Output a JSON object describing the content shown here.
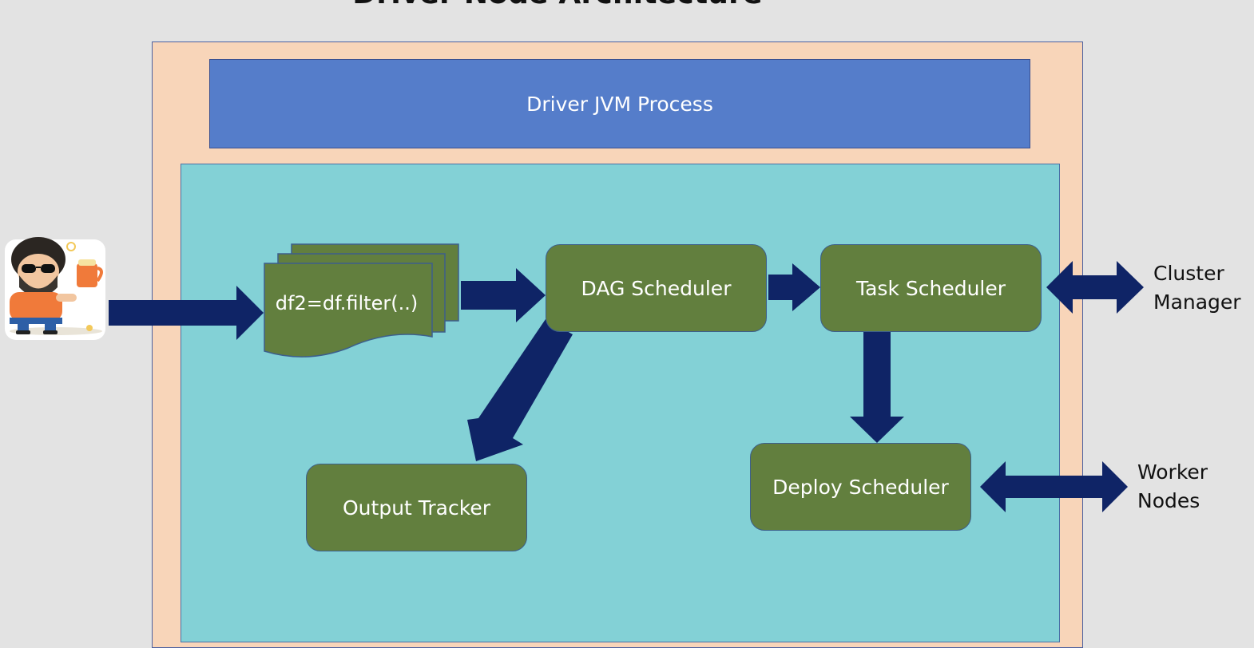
{
  "title": "Driver Node Architecture",
  "container": {
    "label": "Driver JVM Process"
  },
  "code_doc": {
    "text": "df2=df.filter(..)"
  },
  "components": {
    "dag_scheduler": "DAG Scheduler",
    "task_scheduler": "Task Scheduler",
    "output_tracker": "Output Tracker",
    "deploy_scheduler": "Deploy Scheduler"
  },
  "external": {
    "cluster_manager": [
      "Cluster",
      "Manager"
    ],
    "worker_nodes": [
      "Worker",
      "Nodes"
    ]
  },
  "colors": {
    "outer": "#f8d5b9",
    "jvm": "#557dca",
    "inner": "#83d1d6",
    "component": "#627f3e",
    "arrow": "#0f2466"
  },
  "icons": [
    "developer-character-icon",
    "coffee-mug-icon"
  ]
}
